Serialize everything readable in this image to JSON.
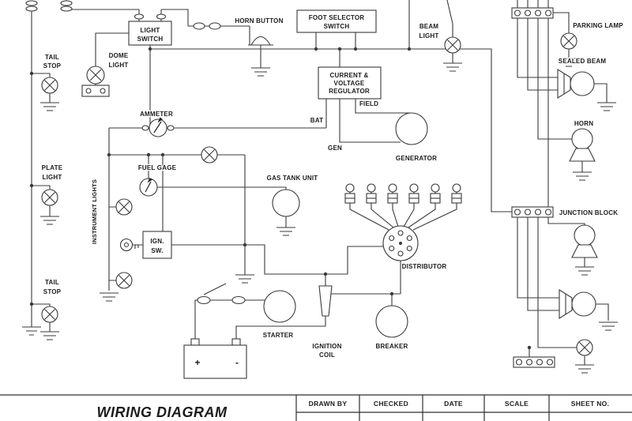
{
  "title_block": {
    "title": "WIRING DIAGRAM",
    "columns": [
      "DRAWN BY",
      "CHECKED",
      "DATE",
      "SCALE",
      "SHEET NO."
    ]
  },
  "labels": {
    "light_switch": [
      "LIGHT",
      "SWITCH"
    ],
    "horn_button": "HORN BUTTON",
    "foot_selector_switch": [
      "FOOT SELECTOR",
      "SWITCH"
    ],
    "beam_light": [
      "BEAM",
      "LIGHT"
    ],
    "parking_lamp": "PARKING LAMP",
    "tail_stop_top": [
      "TAIL",
      "STOP"
    ],
    "dome_light": [
      "DOME",
      "LIGHT"
    ],
    "sealed_beam": "SEALED BEAM",
    "regulator": [
      "CURRENT &",
      "VOLTAGE",
      "REGULATOR"
    ],
    "field": "FIELD",
    "bat": "BAT",
    "gen": "GEN",
    "ammeter": "AMMETER",
    "horn": "HORN",
    "generator": "GENERATOR",
    "plate_light": [
      "PLATE",
      "LIGHT"
    ],
    "fuel_gage": "FUEL GAGE",
    "gas_tank_unit": "GAS TANK UNIT",
    "instrument_lights": "INSTRUMENT LIGHTS",
    "ign_sw": [
      "IGN.",
      "SW."
    ],
    "junction_block": "JUNCTION BLOCK",
    "distributor": "DISTRIBUTOR",
    "tail_stop_bottom": [
      "TAIL",
      "STOP"
    ],
    "starter": "STARTER",
    "ignition_coil": [
      "IGNITION",
      "COIL"
    ],
    "breaker": "BREAKER",
    "battery_plus": "+",
    "battery_minus": "-"
  },
  "colors": {
    "line": "#3a3a3a",
    "text": "#1c1c1c",
    "background": "#ffffff"
  }
}
